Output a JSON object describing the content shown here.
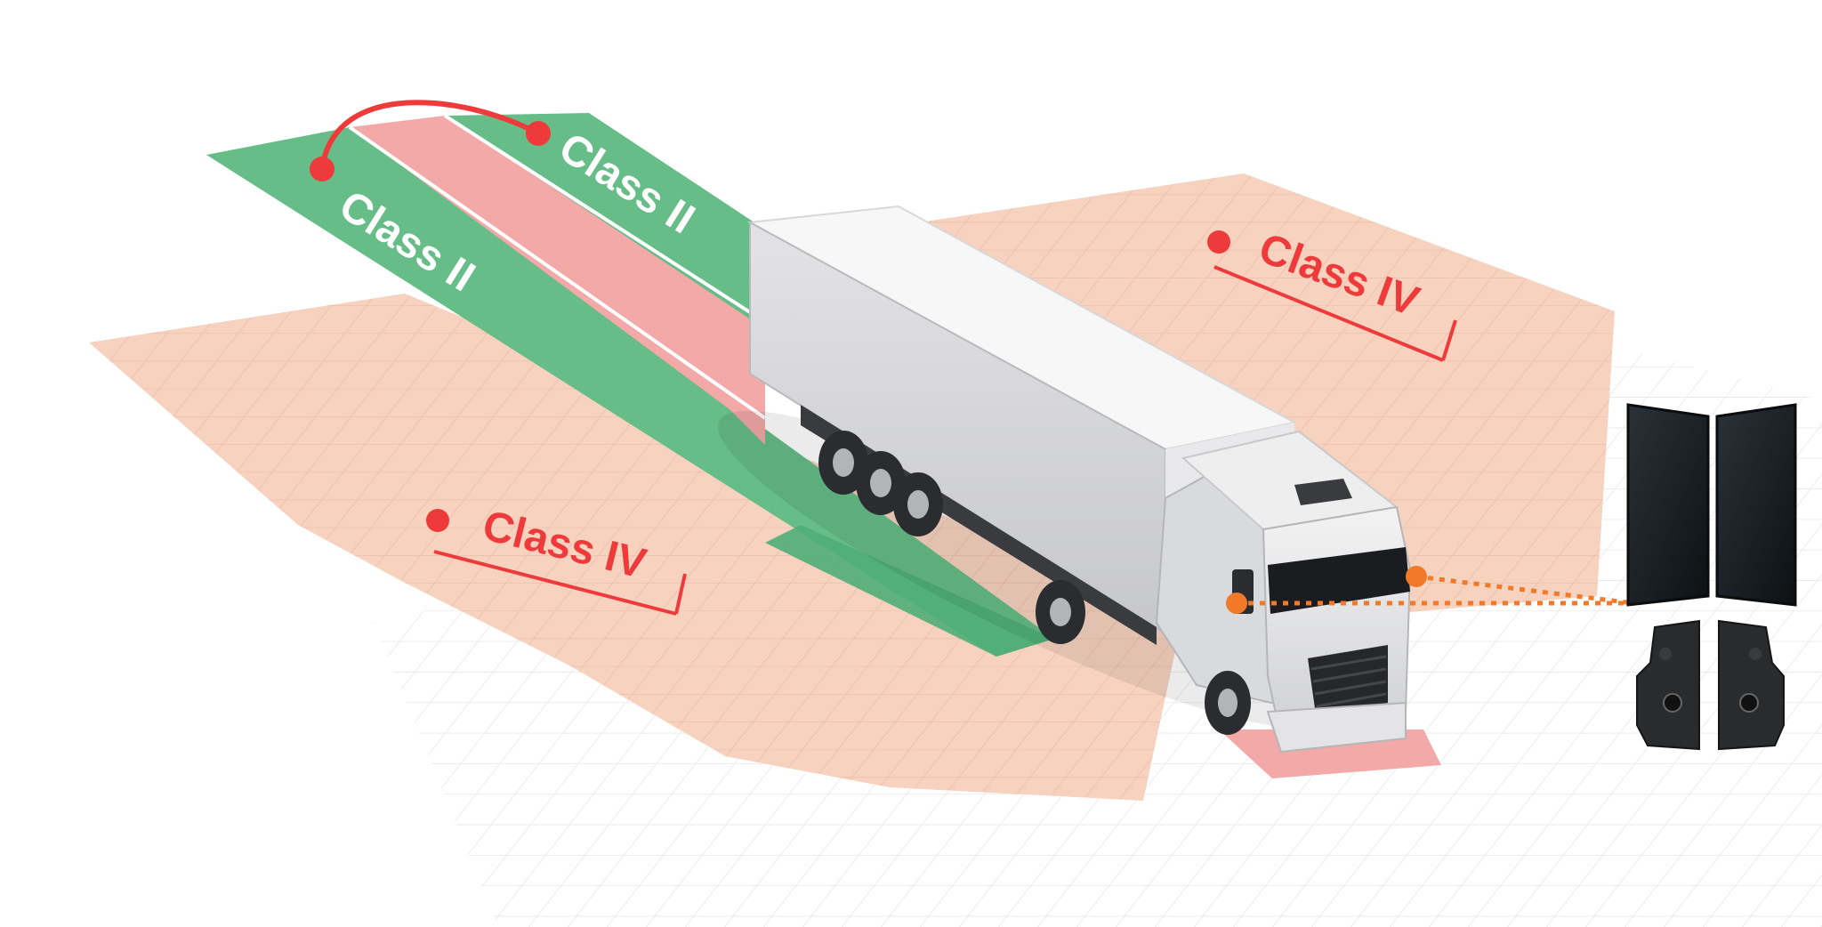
{
  "labels": {
    "class2_left": "Class II",
    "class2_right": "Class II",
    "class4_left": "Class IV",
    "class4_right": "Class IV"
  },
  "colors": {
    "class2_zone": "#67bd88",
    "class2_zone_dark": "#4fae76",
    "blind_zone": "#f2a9a8",
    "class4_zone": "#f6d2bf",
    "grid_line": "#e4b7a3",
    "ground_grid": "#e6e6e6",
    "accent_red": "#ee3a3a",
    "accent_orange": "#f07a2a",
    "label_white": "#ffffff"
  },
  "icons": {
    "truck": "truck-icon",
    "mirror_display": "monitor-icon",
    "camera": "camera-icon"
  }
}
